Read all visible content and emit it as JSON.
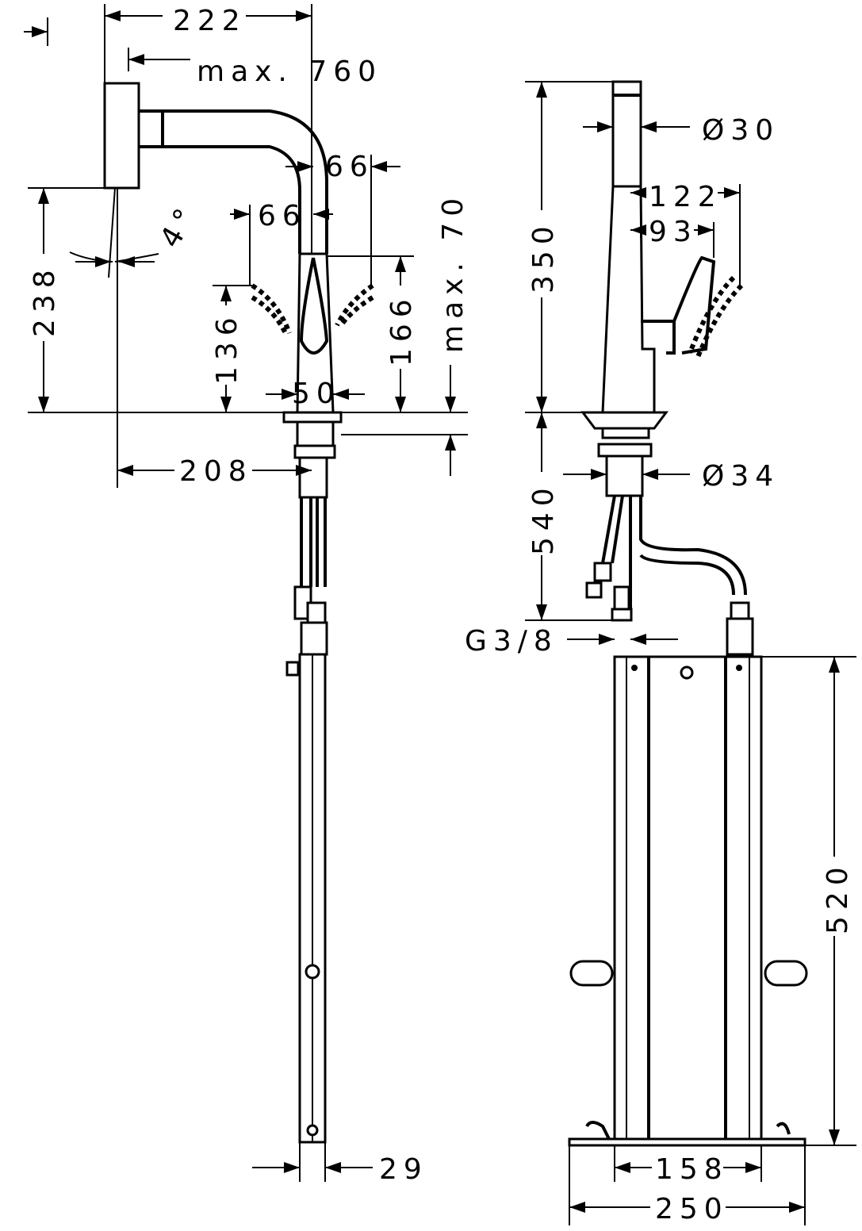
{
  "drawing": {
    "front_view": {
      "width_222": "222",
      "max_760": "max. 760",
      "spout_66_top": "66",
      "spout_66": "66",
      "angle_4": "4°",
      "height_238": "238",
      "height_136": "136",
      "height_166": "166",
      "max_70": "max. 70",
      "base_50": "50",
      "reach_208": "208",
      "pipe_29": "29"
    },
    "side_view": {
      "dia_30": "Ø30",
      "lever_122": "122",
      "lever_93": "93",
      "height_350": "350",
      "dia_34": "Ø34",
      "depth_540": "540",
      "thread_g38": "G3/8",
      "box_520": "520",
      "box_158": "158",
      "plate_250": "250"
    }
  }
}
